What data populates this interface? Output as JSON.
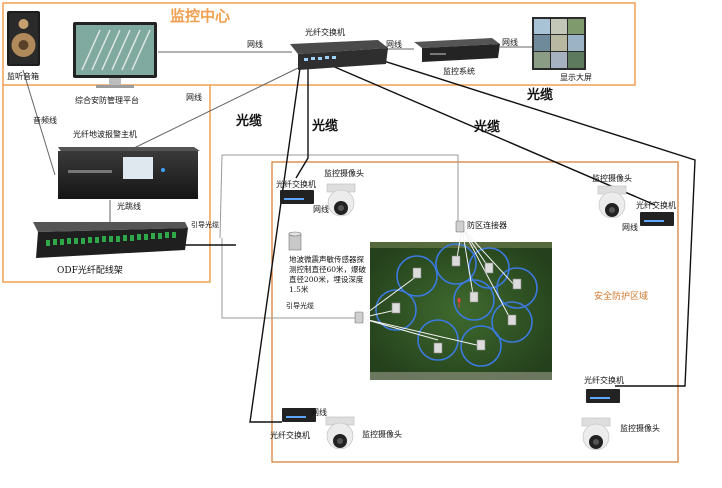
{
  "title": "监控中心",
  "zone_label": "安全防护区域",
  "labels": {
    "speaker": "监听音箱",
    "platform": "综合安防管理平台",
    "host": "光纤地波报警主机",
    "odf": "ODF光纤配线架",
    "core_switch": "光纤交换机",
    "nvr": "监控系统",
    "screen": "显示大屏",
    "audio_line": "音频线",
    "jumper": "光跳线",
    "lead_cable": "引导光缆",
    "lead_cable2": "引导光缆",
    "zone_connector": "防区连接器",
    "sensor_note": "地波微震声敏传感器探测控制直径60米，爆破直径200米，埋设深度1.5米"
  },
  "network_labels": [
    "网线",
    "网线",
    "网线",
    "网线",
    "网线",
    "网线",
    "网线"
  ],
  "fiber_labels": [
    "光缆",
    "光缆",
    "光缆",
    "光缆"
  ],
  "devices": {
    "switch_label": "光纤交换机",
    "camera_label": "监控摄像头"
  },
  "colors": {
    "orange": "#f0a050",
    "zone": "#d2782d",
    "map_dark": "#2d4a24",
    "sensor_ring": "#3b7ae0"
  }
}
